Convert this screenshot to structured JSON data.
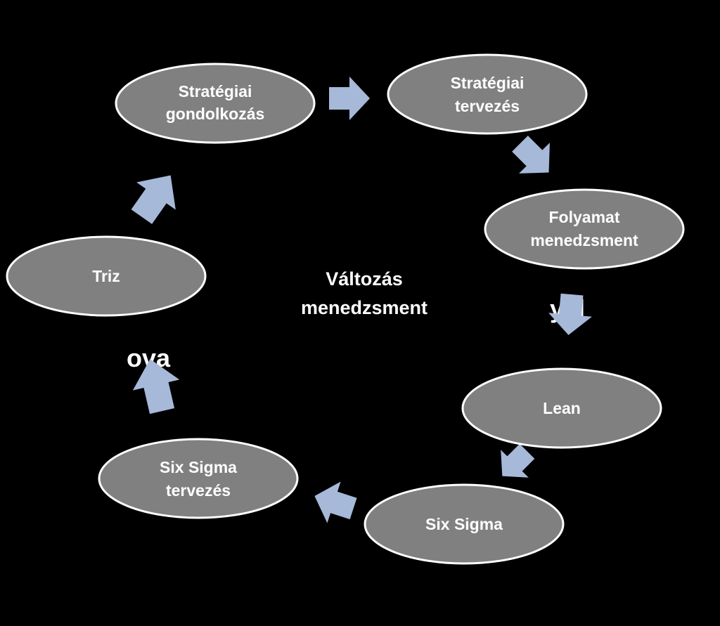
{
  "colors": {
    "background": "#000000",
    "node_fill": "#808080",
    "node_stroke": "#ffffff",
    "node_text": "#ffffff",
    "arrow_fill": "#a6b9d9",
    "center_text": "#ffffff",
    "fragment_text": "#ffffff"
  },
  "center": {
    "line1": "Változás",
    "line2": "menedzsment"
  },
  "nodes": [
    {
      "id": "strategiai-gondolkozas",
      "line1": "Stratégiai",
      "line2": "gondolkozás"
    },
    {
      "id": "strategiai-tervezes",
      "line1": "Stratégiai",
      "line2": "tervezés"
    },
    {
      "id": "folyamat-menedzsment",
      "line1": "Folyamat",
      "line2": "menedzsment"
    },
    {
      "id": "lean",
      "line1": "Lean",
      "line2": ""
    },
    {
      "id": "six-sigma",
      "line1": "Six Sigma",
      "line2": ""
    },
    {
      "id": "six-sigma-tervezes",
      "line1": "Six Sigma",
      "line2": "tervezés"
    },
    {
      "id": "triz",
      "line1": "Triz",
      "line2": ""
    }
  ],
  "fragments": {
    "right": "yal",
    "left": "ova"
  },
  "arrows": [
    {
      "id": "arrow-gondolkozas-to-tervezes",
      "icon": "arrow-right-icon"
    },
    {
      "id": "arrow-tervezes-to-folyamat",
      "icon": "arrow-down-right-icon"
    },
    {
      "id": "arrow-folyamat-to-lean",
      "icon": "arrow-down-icon"
    },
    {
      "id": "arrow-lean-to-sixsigma",
      "icon": "arrow-down-left-icon"
    },
    {
      "id": "arrow-sixsigma-to-tervezes",
      "icon": "arrow-left-icon"
    },
    {
      "id": "arrow-tervezes-to-triz",
      "icon": "arrow-up-icon"
    },
    {
      "id": "arrow-triz-to-gondolkozas",
      "icon": "arrow-up-right-icon"
    }
  ]
}
